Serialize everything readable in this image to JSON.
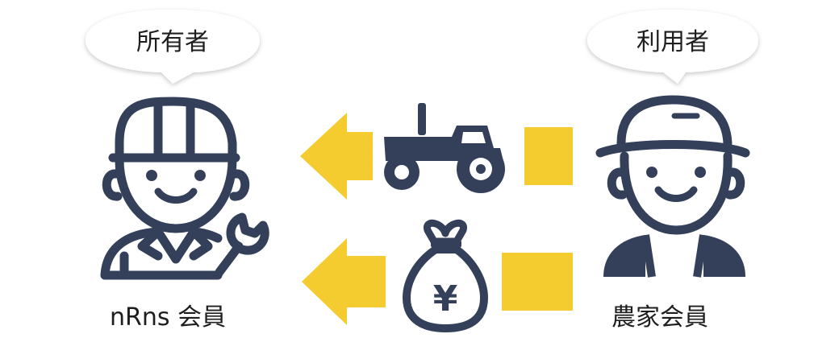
{
  "owner": {
    "speech": "所有者",
    "caption": "nRns 会員"
  },
  "user": {
    "speech": "利用者",
    "caption": "農家会員"
  },
  "flows": [
    {
      "item": "tractor-icon",
      "direction": "user-to-owner"
    },
    {
      "item": "money-bag-icon",
      "symbol": "¥",
      "direction": "user-to-owner"
    }
  ],
  "colors": {
    "icon": "#34405a",
    "arrow": "#f5cc30",
    "bubble_fill": "#ffffff",
    "bubble_shadow": "#d6d6d6",
    "text": "#1e1e1e"
  }
}
